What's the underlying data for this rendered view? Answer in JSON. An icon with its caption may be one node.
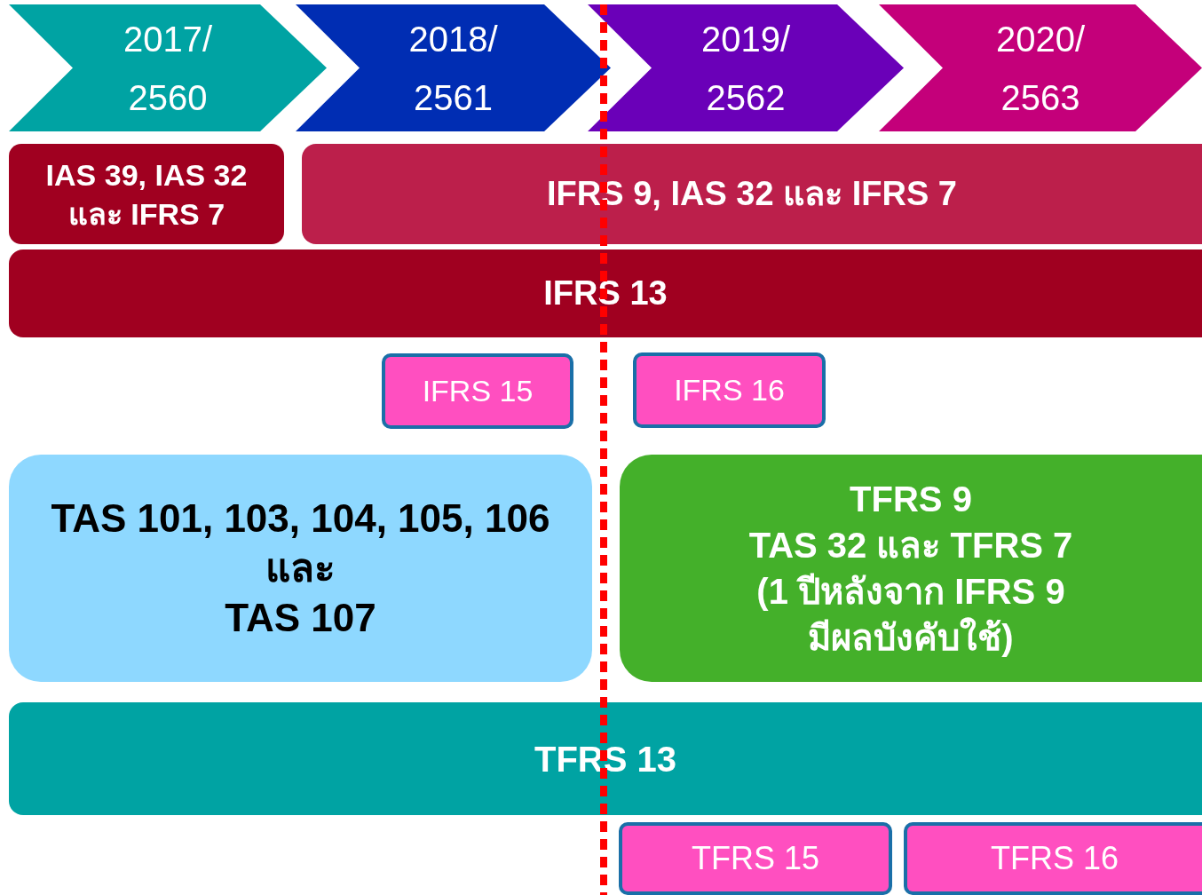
{
  "diagram": {
    "nodes": [
      {
        "text": [
          "2017/ 2560"
        ]
      },
      {
        "text": [
          "2018/ 2561"
        ]
      },
      {
        "text": [
          "2019/ 2562"
        ]
      },
      {
        "text": [
          "2020/ 2563"
        ]
      },
      {
        "text": [
          "IAS 39, IAS 32 และ IFRS 7"
        ]
      },
      {
        "text": [
          "IFRS 9, IAS 32 และ IFRS 7"
        ]
      },
      {
        "text": [
          "IFRS 13"
        ]
      },
      {
        "text": [
          "IFRS 15"
        ]
      },
      {
        "text": [
          "IFRS 16"
        ]
      },
      {
        "text": [
          "TAS 101, 103, 104, 105, 106",
          "และ",
          "TAS 107"
        ]
      },
      {
        "text": [
          "TFRS 9",
          "TAS 32 และ TFRS 7",
          "(1 ปีหลังจาก IFRS 9 มีผลบังคับใช้)"
        ]
      },
      {
        "text": [
          "TFRS 13"
        ]
      },
      {
        "text": [
          "TFRS 15"
        ]
      },
      {
        "text": [
          "TFRS 16"
        ]
      }
    ]
  }
}
